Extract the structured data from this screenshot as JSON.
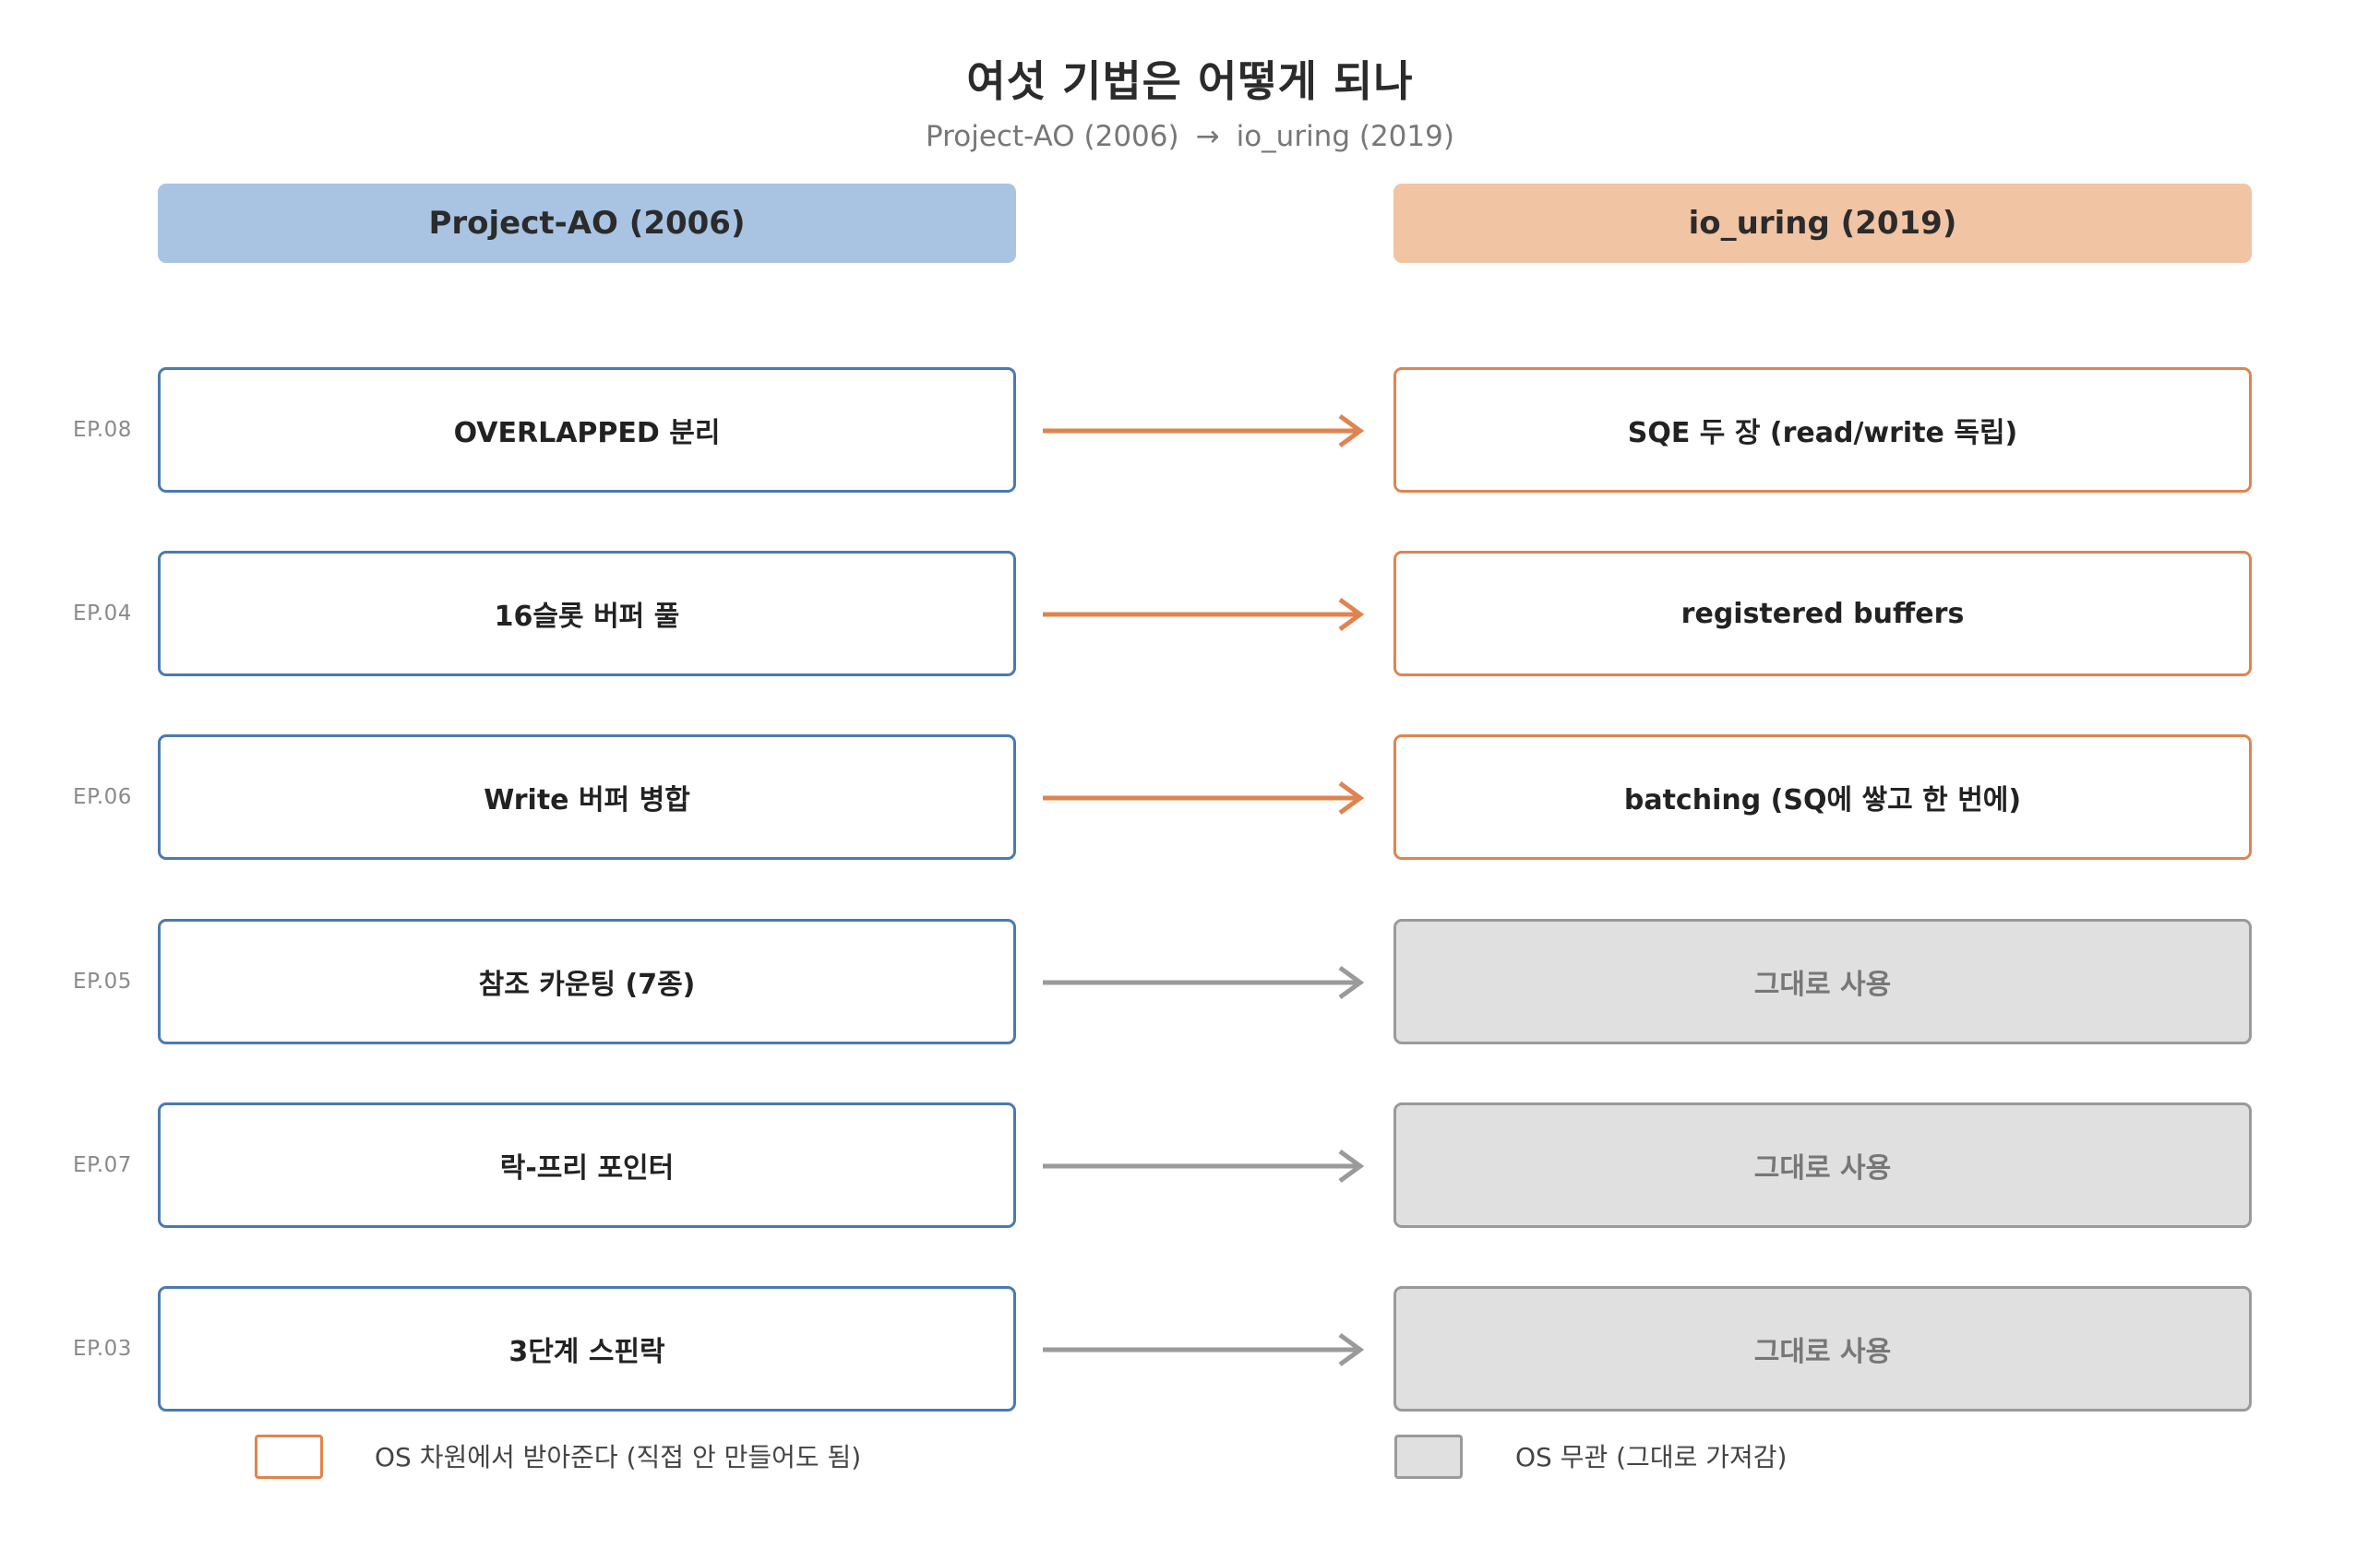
{
  "title": "여섯 기법은 어떻게 되나",
  "subtitle": {
    "left": "Project-AO (2006)",
    "arrow": "→",
    "right": "io_uring (2019)"
  },
  "columns": {
    "left": "Project-AO (2006)",
    "right": "io_uring (2019)"
  },
  "rows": [
    {
      "ep": "EP.08",
      "left": "OVERLAPPED 분리",
      "right": "SQE 두 장 (read/write 독립)",
      "kind": "os"
    },
    {
      "ep": "EP.04",
      "left": "16슬롯 버퍼 풀",
      "right": "registered buffers",
      "kind": "os"
    },
    {
      "ep": "EP.06",
      "left": "Write 버퍼 병합",
      "right": "batching (SQ에 쌓고 한 번에)",
      "kind": "os"
    },
    {
      "ep": "EP.05",
      "left": "참조 카운팅 (7종)",
      "right": "그대로 사용",
      "kind": "same"
    },
    {
      "ep": "EP.07",
      "left": "락-프리 포인터",
      "right": "그대로 사용",
      "kind": "same"
    },
    {
      "ep": "EP.03",
      "left": "3단계 스핀락",
      "right": "그대로 사용",
      "kind": "same"
    }
  ],
  "legend": {
    "os": "OS 차원에서 받아준다 (직접 안 만들어도 됨)",
    "same": "OS 무관 (그대로 가져감)"
  },
  "colors": {
    "left_border": "#4a7ab5",
    "left_header": "#a9c4e2",
    "right_header": "#f1c4a4",
    "os_accent": "#e0844f",
    "same_border": "#9a9a9a",
    "same_fill": "#e0e0e0"
  }
}
